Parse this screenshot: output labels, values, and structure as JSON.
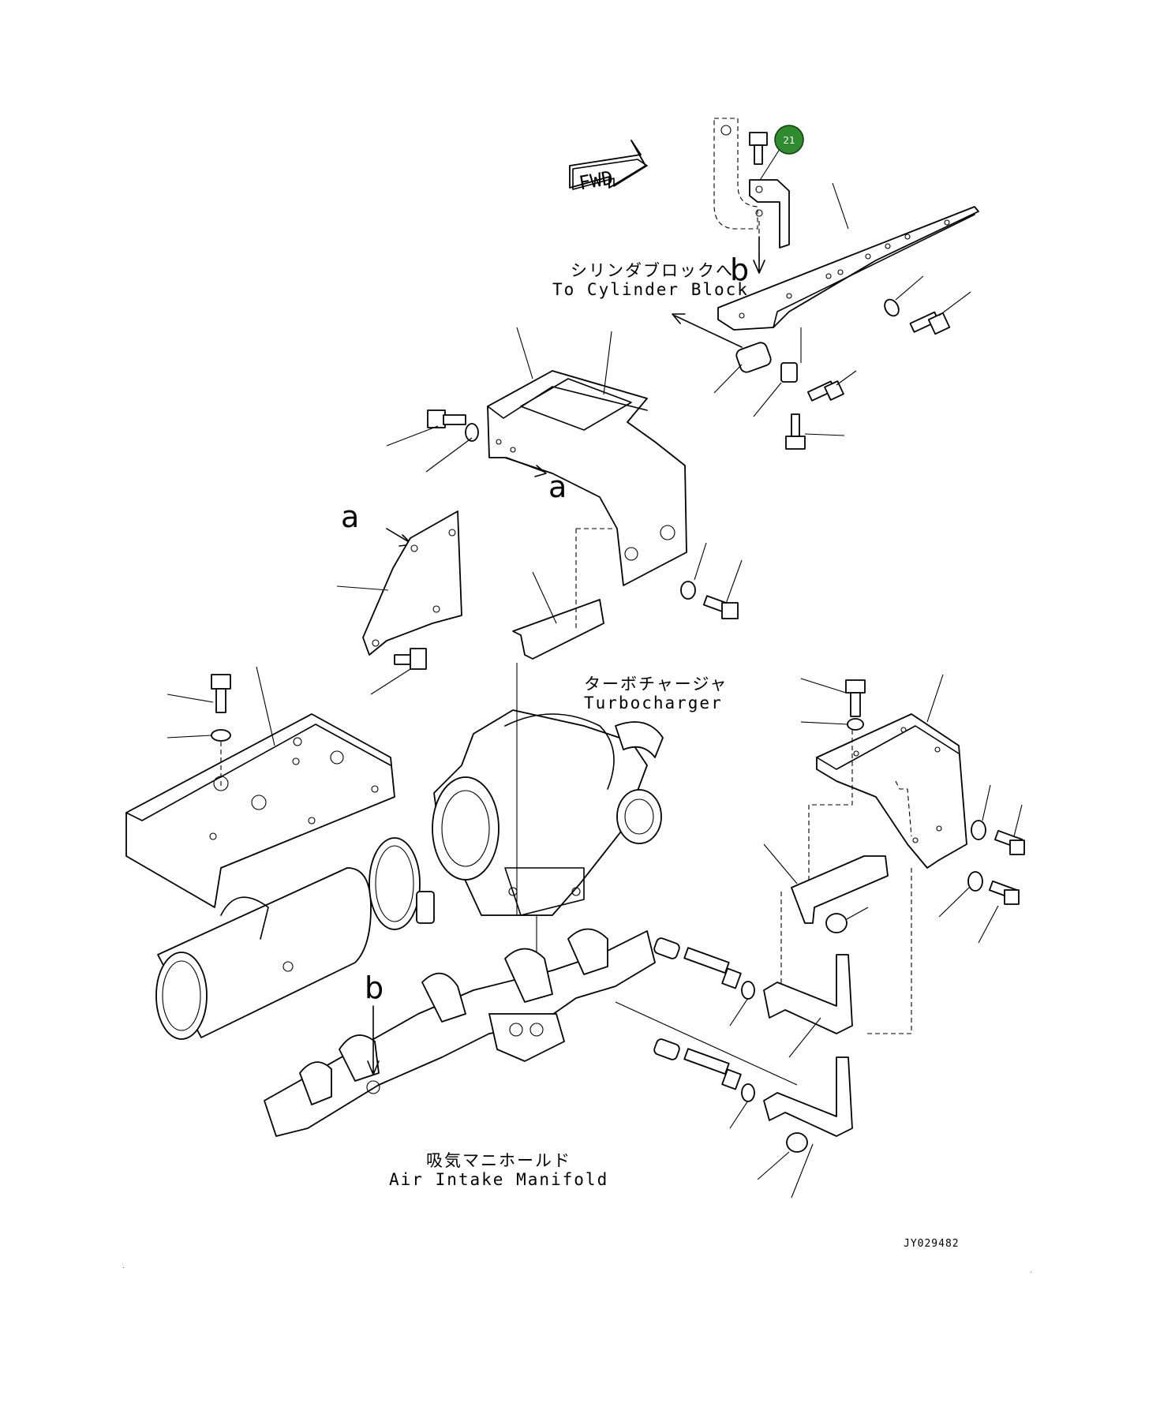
{
  "labels": {
    "cylinder_block_jp": "シリンダブロックへ",
    "cylinder_block_en": "To Cylinder Block",
    "turbocharger_jp": "ターボチャージャ",
    "turbocharger_en": "Turbocharger",
    "intake_manifold_jp": "吸気マニホールド",
    "intake_manifold_en": "Air Intake Manifold",
    "fwd": "FWD",
    "ref_a": "a",
    "ref_b": "b"
  },
  "callout": {
    "number": "21",
    "color": "#2e8b2e"
  },
  "drawing_id": "JY029482"
}
